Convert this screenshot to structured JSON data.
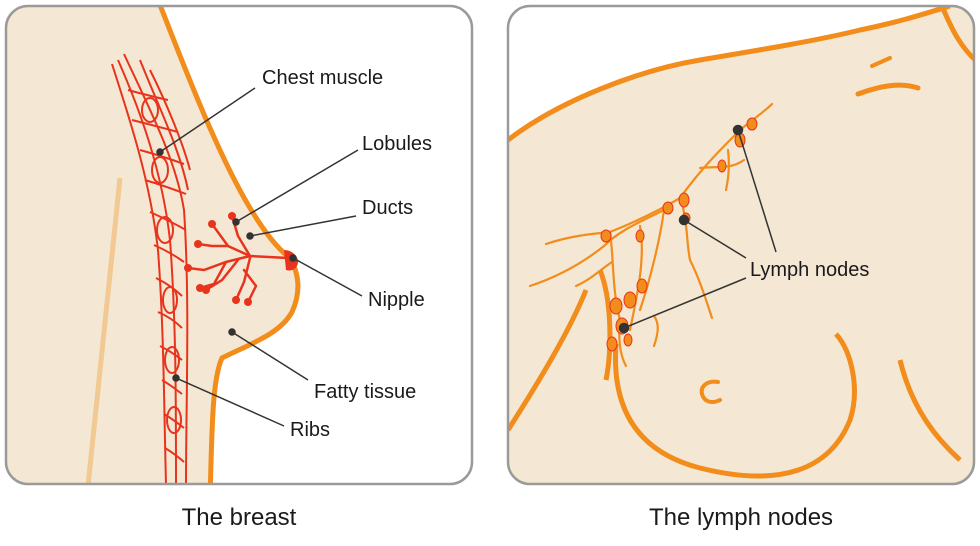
{
  "panels": [
    {
      "title": "The breast",
      "labels": {
        "chest_muscle": "Chest muscle",
        "lobules": "Lobules",
        "ducts": "Ducts",
        "nipple": "Nipple",
        "fatty_tissue": "Fatty tissue",
        "ribs": "Ribs"
      }
    },
    {
      "title": "The lymph nodes",
      "labels": {
        "lymph_nodes": "Lymph nodes"
      }
    }
  ],
  "colors": {
    "skin": "#f4e7d3",
    "outline": "#f28c1a",
    "vessel": "#e8341c",
    "panel_border": "#999999",
    "pointer": "#333333"
  }
}
